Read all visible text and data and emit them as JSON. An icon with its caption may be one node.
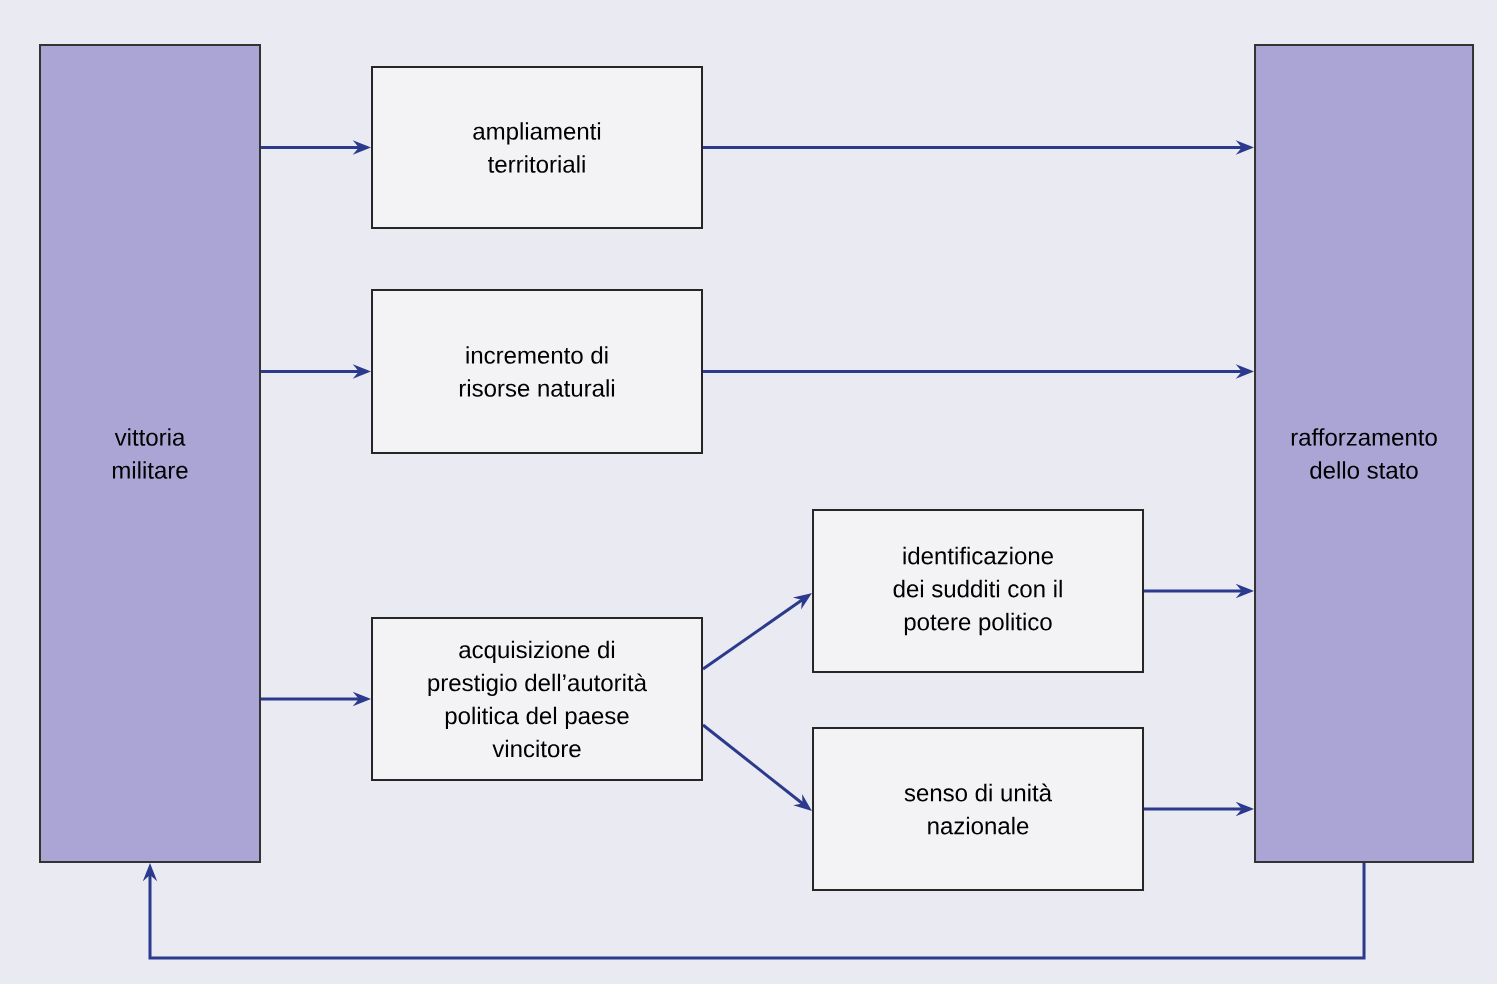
{
  "diagram": {
    "nodes": [
      {
        "text": [
          "vittoria militare"
        ]
      },
      {
        "text": [
          "ampliamenti territoriali"
        ]
      },
      {
        "text": [
          "incremento di risorse naturali"
        ]
      },
      {
        "text": [
          "acquisizione di prestigio dell’autorità politica del paese vincitore"
        ]
      },
      {
        "text": [
          "identificazione dei sudditi con il potere politico"
        ]
      },
      {
        "text": [
          "senso di unità nazionale"
        ]
      },
      {
        "text": [
          "rafforzamento dello stato"
        ]
      }
    ],
    "edges": [
      {
        "from": 0,
        "to": 1,
        "arrow": "to"
      },
      {
        "from": 0,
        "to": 2,
        "arrow": "to"
      },
      {
        "from": 0,
        "to": 3,
        "arrow": "to"
      },
      {
        "from": 1,
        "to": 6,
        "arrow": "to"
      },
      {
        "from": 2,
        "to": 6,
        "arrow": "to"
      },
      {
        "from": 3,
        "to": 4,
        "arrow": "to"
      },
      {
        "from": 3,
        "to": 5,
        "arrow": "to"
      },
      {
        "from": 4,
        "to": 6,
        "arrow": "to"
      },
      {
        "from": 5,
        "to": 6,
        "arrow": "to"
      },
      {
        "from": 6,
        "to": 0,
        "arrow": "to"
      }
    ]
  }
}
